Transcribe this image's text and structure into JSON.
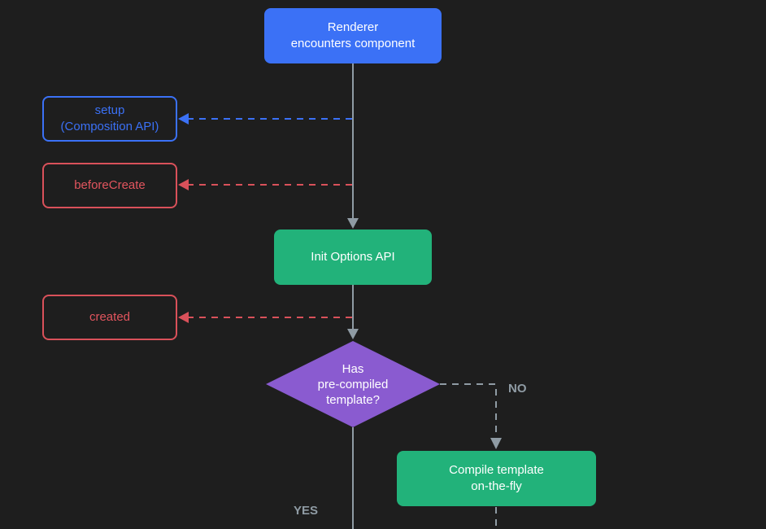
{
  "nodes": {
    "renderer": {
      "line1": "Renderer",
      "line2": "encounters component"
    },
    "setup": {
      "line1": "setup",
      "line2": "(Composition API)"
    },
    "before_create": {
      "label": "beforeCreate"
    },
    "init_options": {
      "label": "Init Options API"
    },
    "created": {
      "label": "created"
    },
    "has_template": {
      "line1": "Has",
      "line2": "pre-compiled",
      "line3": "template?"
    },
    "compile": {
      "line1": "Compile template",
      "line2": "on-the-fly"
    }
  },
  "branches": {
    "no": "NO",
    "yes": "YES"
  },
  "colors": {
    "background": "#1e1e1e",
    "blue": "#3b71f6",
    "green": "#22b27a",
    "red": "#d9515a",
    "purple": "#8a5bd0",
    "connector": "#8f9ba4"
  }
}
